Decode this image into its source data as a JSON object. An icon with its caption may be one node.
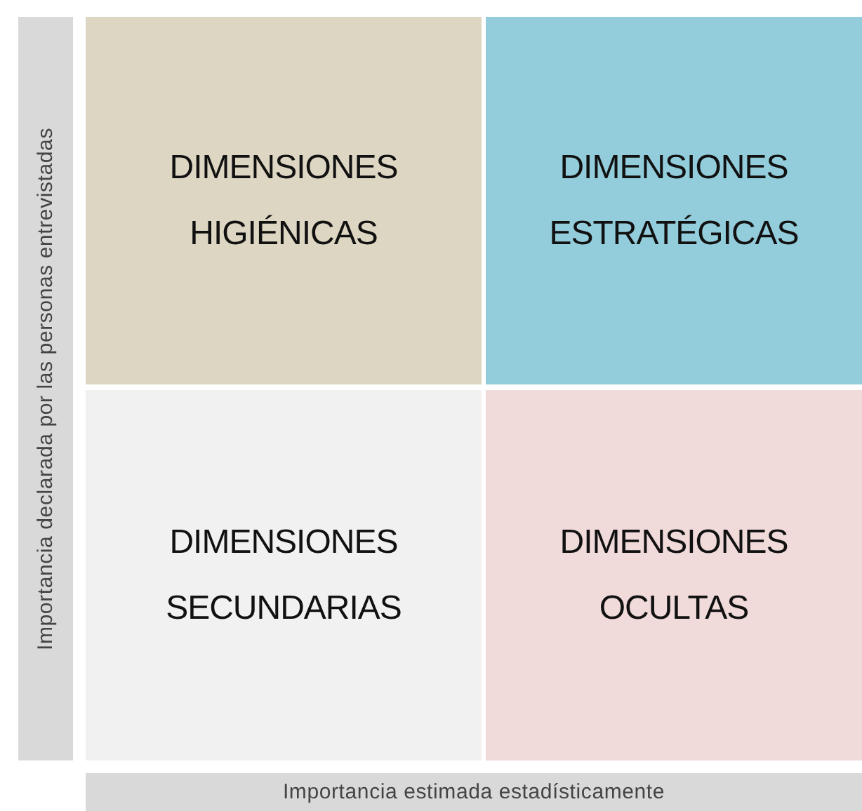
{
  "diagram": {
    "nodes": [
      {
        "text": [
          "Importancia declarada por las personas entrevistadas"
        ]
      },
      {
        "text": [
          "DIMENSIONES HIGIÉNICAS"
        ]
      },
      {
        "text": [
          "DIMENSIONES ESTRATÉGICAS"
        ]
      },
      {
        "text": [
          "DIMENSIONES SECUNDARIAS"
        ]
      },
      {
        "text": [
          "DIMENSIONES OCULTAS"
        ]
      },
      {
        "text": [
          "Importancia estimada estadísticamente"
        ]
      }
    ]
  }
}
